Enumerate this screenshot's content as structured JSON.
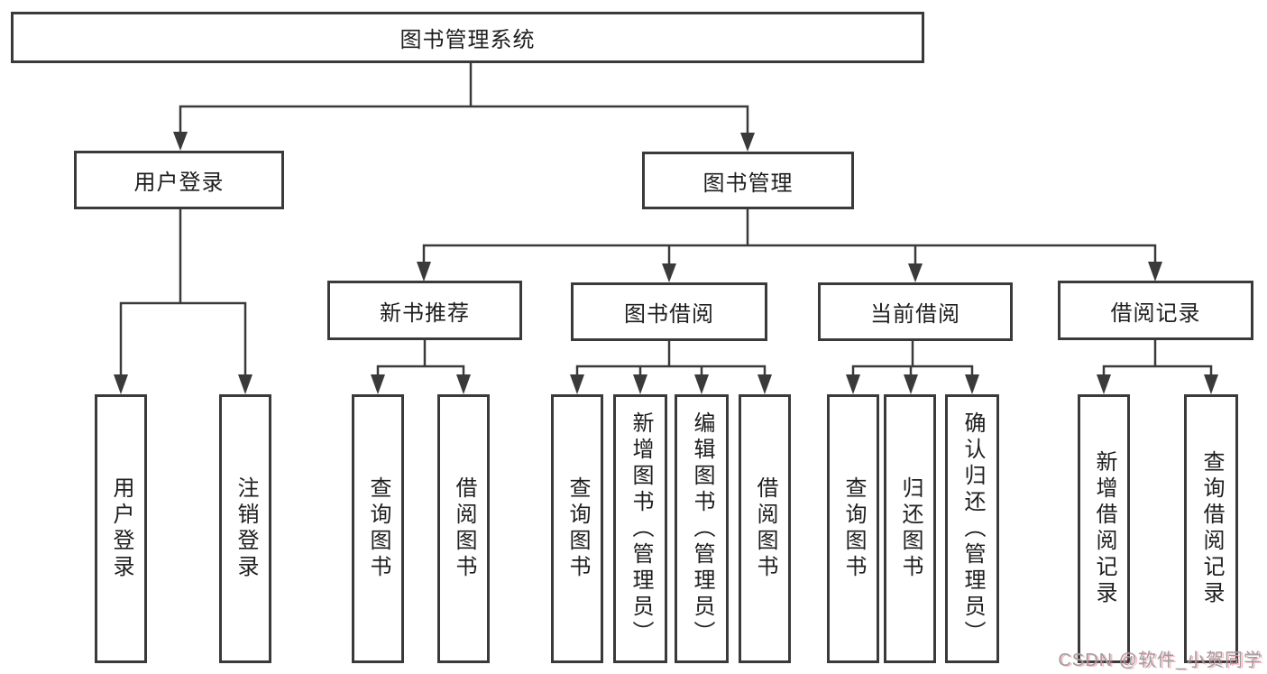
{
  "colors": {
    "line": "#3a3a3a",
    "text": "#1e1e1e",
    "watermark": "#9e9e9e"
  },
  "watermark": {
    "text": "CSDN @软件_小贺同学"
  },
  "tree": {
    "label": "图书管理系统",
    "children": [
      {
        "label": "用户登录",
        "children": [
          {
            "label": "用户登录"
          },
          {
            "label": "注销登录"
          }
        ]
      },
      {
        "label": "图书管理",
        "children": [
          {
            "label": "新书推荐",
            "children": [
              {
                "label": "查询图书"
              },
              {
                "label": "借阅图书"
              }
            ]
          },
          {
            "label": "图书借阅",
            "children": [
              {
                "label": "查询图书"
              },
              {
                "label": "新增图书（管理员）"
              },
              {
                "label": "编辑图书（管理员）"
              },
              {
                "label": "借阅图书"
              }
            ]
          },
          {
            "label": "当前借阅",
            "children": [
              {
                "label": "查询图书"
              },
              {
                "label": "归还图书"
              },
              {
                "label": "确认归还（管理员）"
              }
            ]
          },
          {
            "label": "借阅记录",
            "children": [
              {
                "label": "新增借阅记录"
              },
              {
                "label": "查询借阅记录"
              }
            ]
          }
        ]
      }
    ]
  }
}
